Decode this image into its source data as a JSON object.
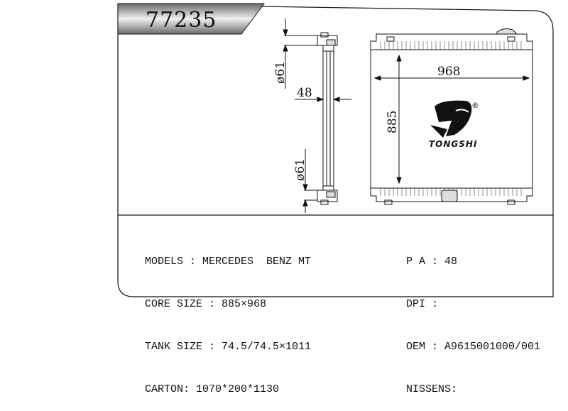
{
  "part_number": "77235",
  "drawing": {
    "width_dim": "968",
    "height_dim": "885",
    "thickness_dim": "48",
    "top_port_dim": "ø61",
    "bottom_port_dim": "ø61"
  },
  "brand": {
    "name": "TONGSHI",
    "registered_mark": "®"
  },
  "specs_left": [
    {
      "label": "MODELS",
      "sep": " : ",
      "value": "MERCEDES  BENZ MT"
    },
    {
      "label": "CORE SIZE",
      "sep": " : ",
      "value": "885×968"
    },
    {
      "label": "TANK SIZE",
      "sep": " : ",
      "value": "74.5/74.5×1011"
    },
    {
      "label": "CARTON",
      "sep": ": ",
      "value": "1070*200*1130"
    }
  ],
  "specs_right": [
    {
      "label": "P A",
      "sep": " : ",
      "value": "48"
    },
    {
      "label": "DPI",
      "sep": " : ",
      "value": ""
    },
    {
      "label": "OEM",
      "sep": " : ",
      "value": "A9615001000/001"
    },
    {
      "label": "NISSENS",
      "sep": ":",
      "value": ""
    }
  ],
  "colors": {
    "line": "#111111",
    "banner_dark": "#5a5a5a",
    "banner_light": "#e8e8e8"
  }
}
